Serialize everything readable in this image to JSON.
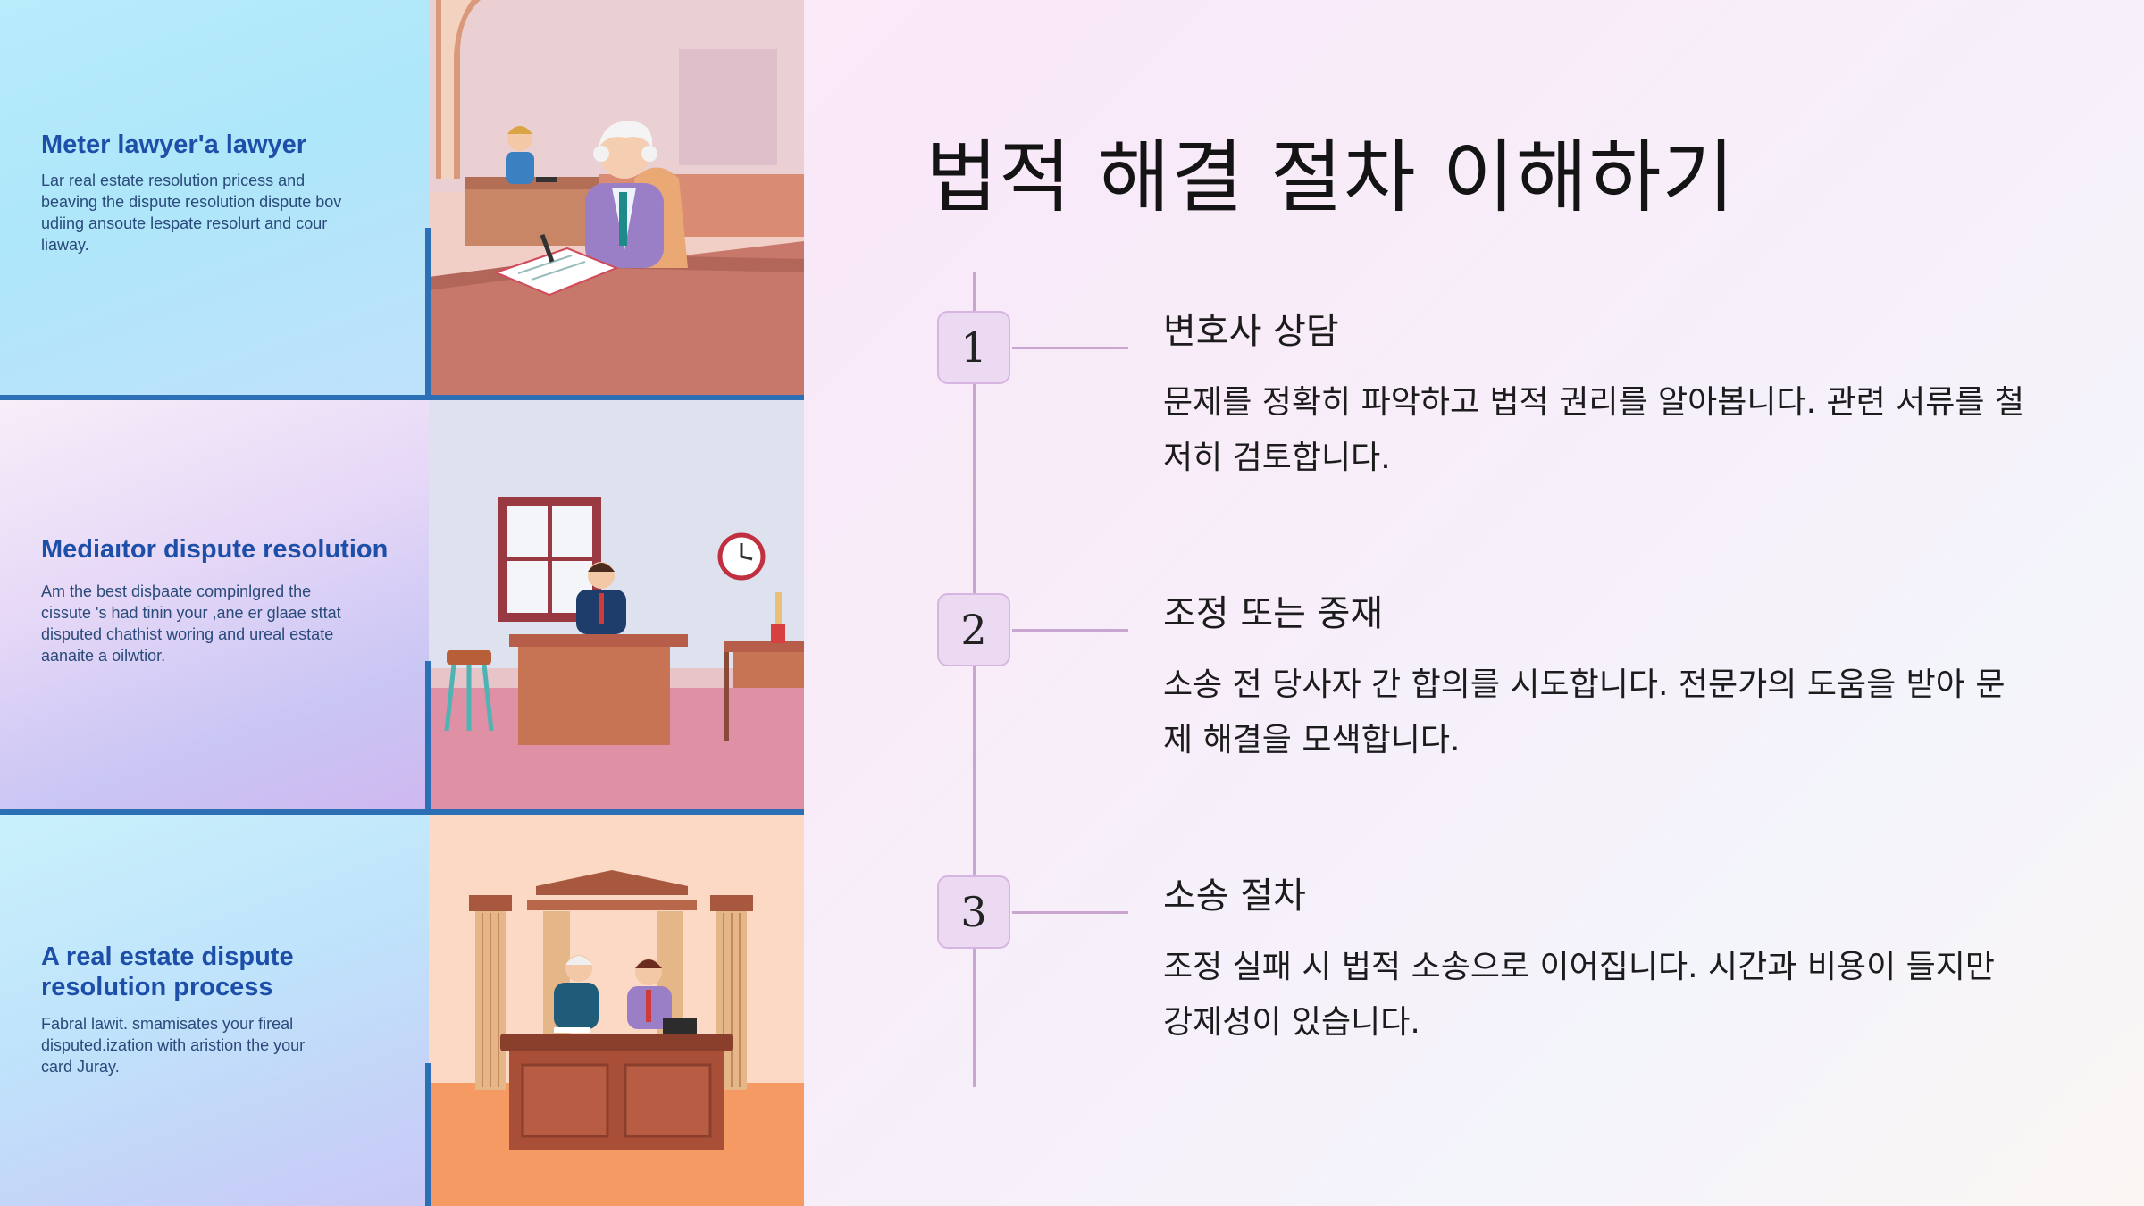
{
  "panels": [
    {
      "heading": "Meter lawyer'a lawyer",
      "body": "Lar real estate resolution pricess and beaving the dispute resolution dispute bov udiing ansoute lespate resolurt and cour liaway."
    },
    {
      "heading": "Mediaıtor dispute resolution",
      "body": "Am the best disþaate compinlgred the cissute 's had tinin your ,ane er glaae sttat disputed chathist woring and ureal estate aanaite a oilwtior."
    },
    {
      "heading": "A  real estate dispute resolution process",
      "body": "Fabral lawit. smamisates your fireal disputed.ization with aristion the your card Juray."
    }
  ],
  "main": {
    "title": "법적 해결 절차 이해하기",
    "steps": [
      {
        "number": "1",
        "title": "변호사 상담",
        "description": "문제를 정확히 파악하고 법적 권리를 알아봅니다. 관련 서류를 철저히 검토합니다."
      },
      {
        "number": "2",
        "title": "조정 또는 중재",
        "description": "소송 전 당사자 간 합의를 시도합니다. 전문가의 도움을 받아 문제 해결을 모색합니다."
      },
      {
        "number": "3",
        "title": "소송 절차",
        "description": "조정 실패 시 법적 소송으로 이어집니다. 시간과 비용이 들지만 강제성이 있습니다."
      }
    ]
  },
  "colors": {
    "accent_blue": "#2d6fb5",
    "heading_blue": "#1d4fa8",
    "timeline": "#c8a6cf",
    "step_box": "#ecdaf3"
  }
}
